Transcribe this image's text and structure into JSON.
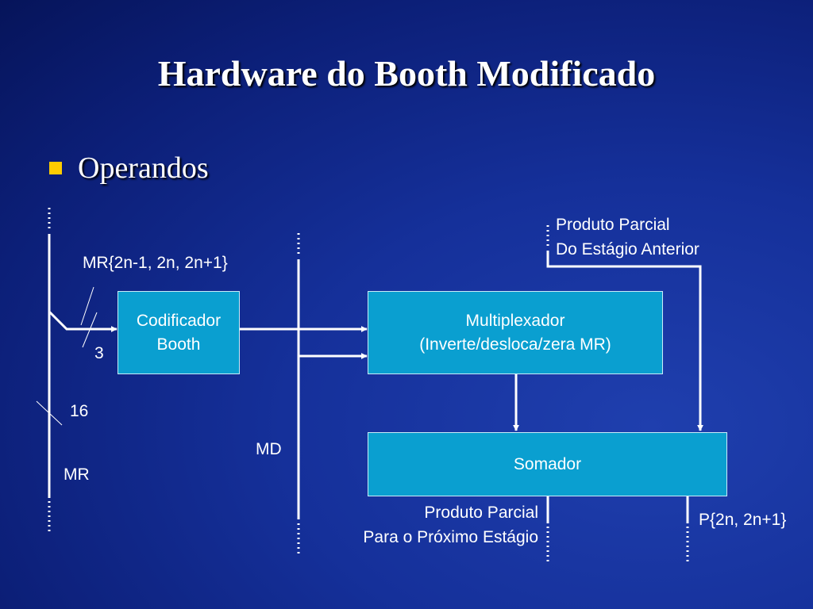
{
  "slide": {
    "title": "Hardware do Booth Modificado",
    "bullet": "Operandos"
  },
  "blocks": {
    "codificador": "Codificador\nBooth",
    "multiplexador": "Multiplexador\n(Inverte/desloca/zera MR)",
    "somador": "Somador"
  },
  "labels": {
    "mr_bits": "MR{2n-1, 2n, 2n+1}",
    "width_3": "3",
    "width_16": "16",
    "mr": "MR",
    "md": "MD",
    "pp_prev_line1": "Produto Parcial",
    "pp_prev_line2": "Do Estágio Anterior",
    "pp_next_line1": "Produto Parcial",
    "pp_next_line2": "Para o Próximo Estágio",
    "p_bits": "P{2n, 2n+1}"
  },
  "colors": {
    "block_fill": "#0a9fd0",
    "bullet": "#ffcc00",
    "wire": "#ffffff"
  }
}
